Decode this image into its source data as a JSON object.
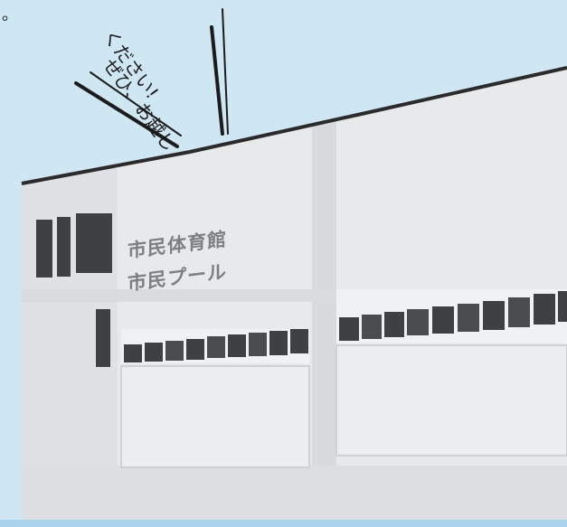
{
  "scene": {
    "sign_line_1": "市民体育館",
    "sign_line_2": "市民プール",
    "caption_line_1": "ぜひ、お越し",
    "caption_line_2": "ください!",
    "corner_mark": "。"
  },
  "colors": {
    "sky": "#cfe6f3",
    "wall": "#e7e9ea",
    "wall_shadow": "#d2d5d7",
    "window": "#3e4142",
    "sign": "#7e7f80",
    "roof_line": "#2b2b2b"
  }
}
